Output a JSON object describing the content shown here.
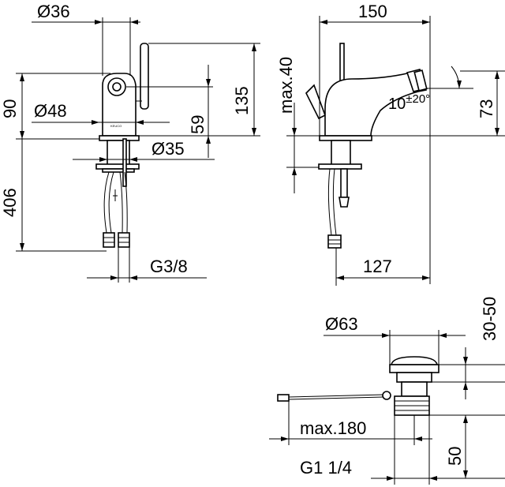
{
  "dimensions": {
    "d36": "Ø36",
    "d48": "Ø48",
    "d35": "Ø35",
    "h90": "90",
    "h406": "406",
    "h59": "59",
    "h135": "135",
    "g38": "G3/8",
    "w150": "150",
    "max40": "max.40",
    "angle_main": "10",
    "angle_tol": "±20°",
    "h73": "73",
    "w127": "127",
    "d63": "Ø63",
    "r3050": "30-50",
    "max180": "max.180",
    "h50": "50",
    "g114": "G1 1/4"
  },
  "brand": "KEUCO"
}
